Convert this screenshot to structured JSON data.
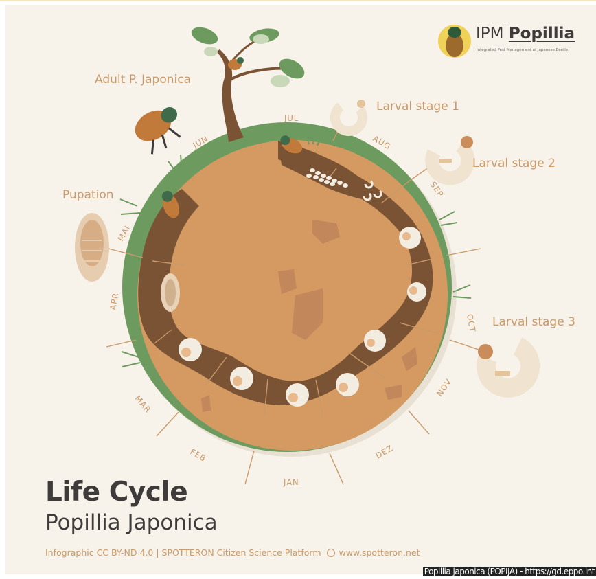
{
  "logo": {
    "prefix": "IPM",
    "name": "Popillia",
    "tagline": "Integrated Pest Management of Japanese Beetle"
  },
  "stages": {
    "adult": "Adult P. Japonica",
    "pupation": "Pupation",
    "larval1": "Larval stage 1",
    "larval2": "Larval stage 2",
    "larval3": "Larval stage 3"
  },
  "months": {
    "jun": "JUN",
    "jul": "JUL",
    "aug": "AUG",
    "sep": "SEP",
    "oct": "OCT",
    "nov": "NOV",
    "dez": "DEZ",
    "jan": "JAN",
    "feb": "FEB",
    "mar": "MAR",
    "apr": "APR",
    "mai": "MAI"
  },
  "title": {
    "line1": "Life Cycle",
    "line2": "Popillia Japonica"
  },
  "credit": {
    "license": "Infographic CC BY-ND 4.0 | SPOTTERON Citizen Science Platform",
    "website": "www.spotteron.net"
  },
  "source_caption": "Popillia japonica (POPIJA) - https://gd.eppo.int",
  "colors": {
    "soil": "#d49a62",
    "tunnel": "#7a5234",
    "grass": "#6d9a5e",
    "label": "#c99a6a",
    "background": "#f7f2ea"
  }
}
